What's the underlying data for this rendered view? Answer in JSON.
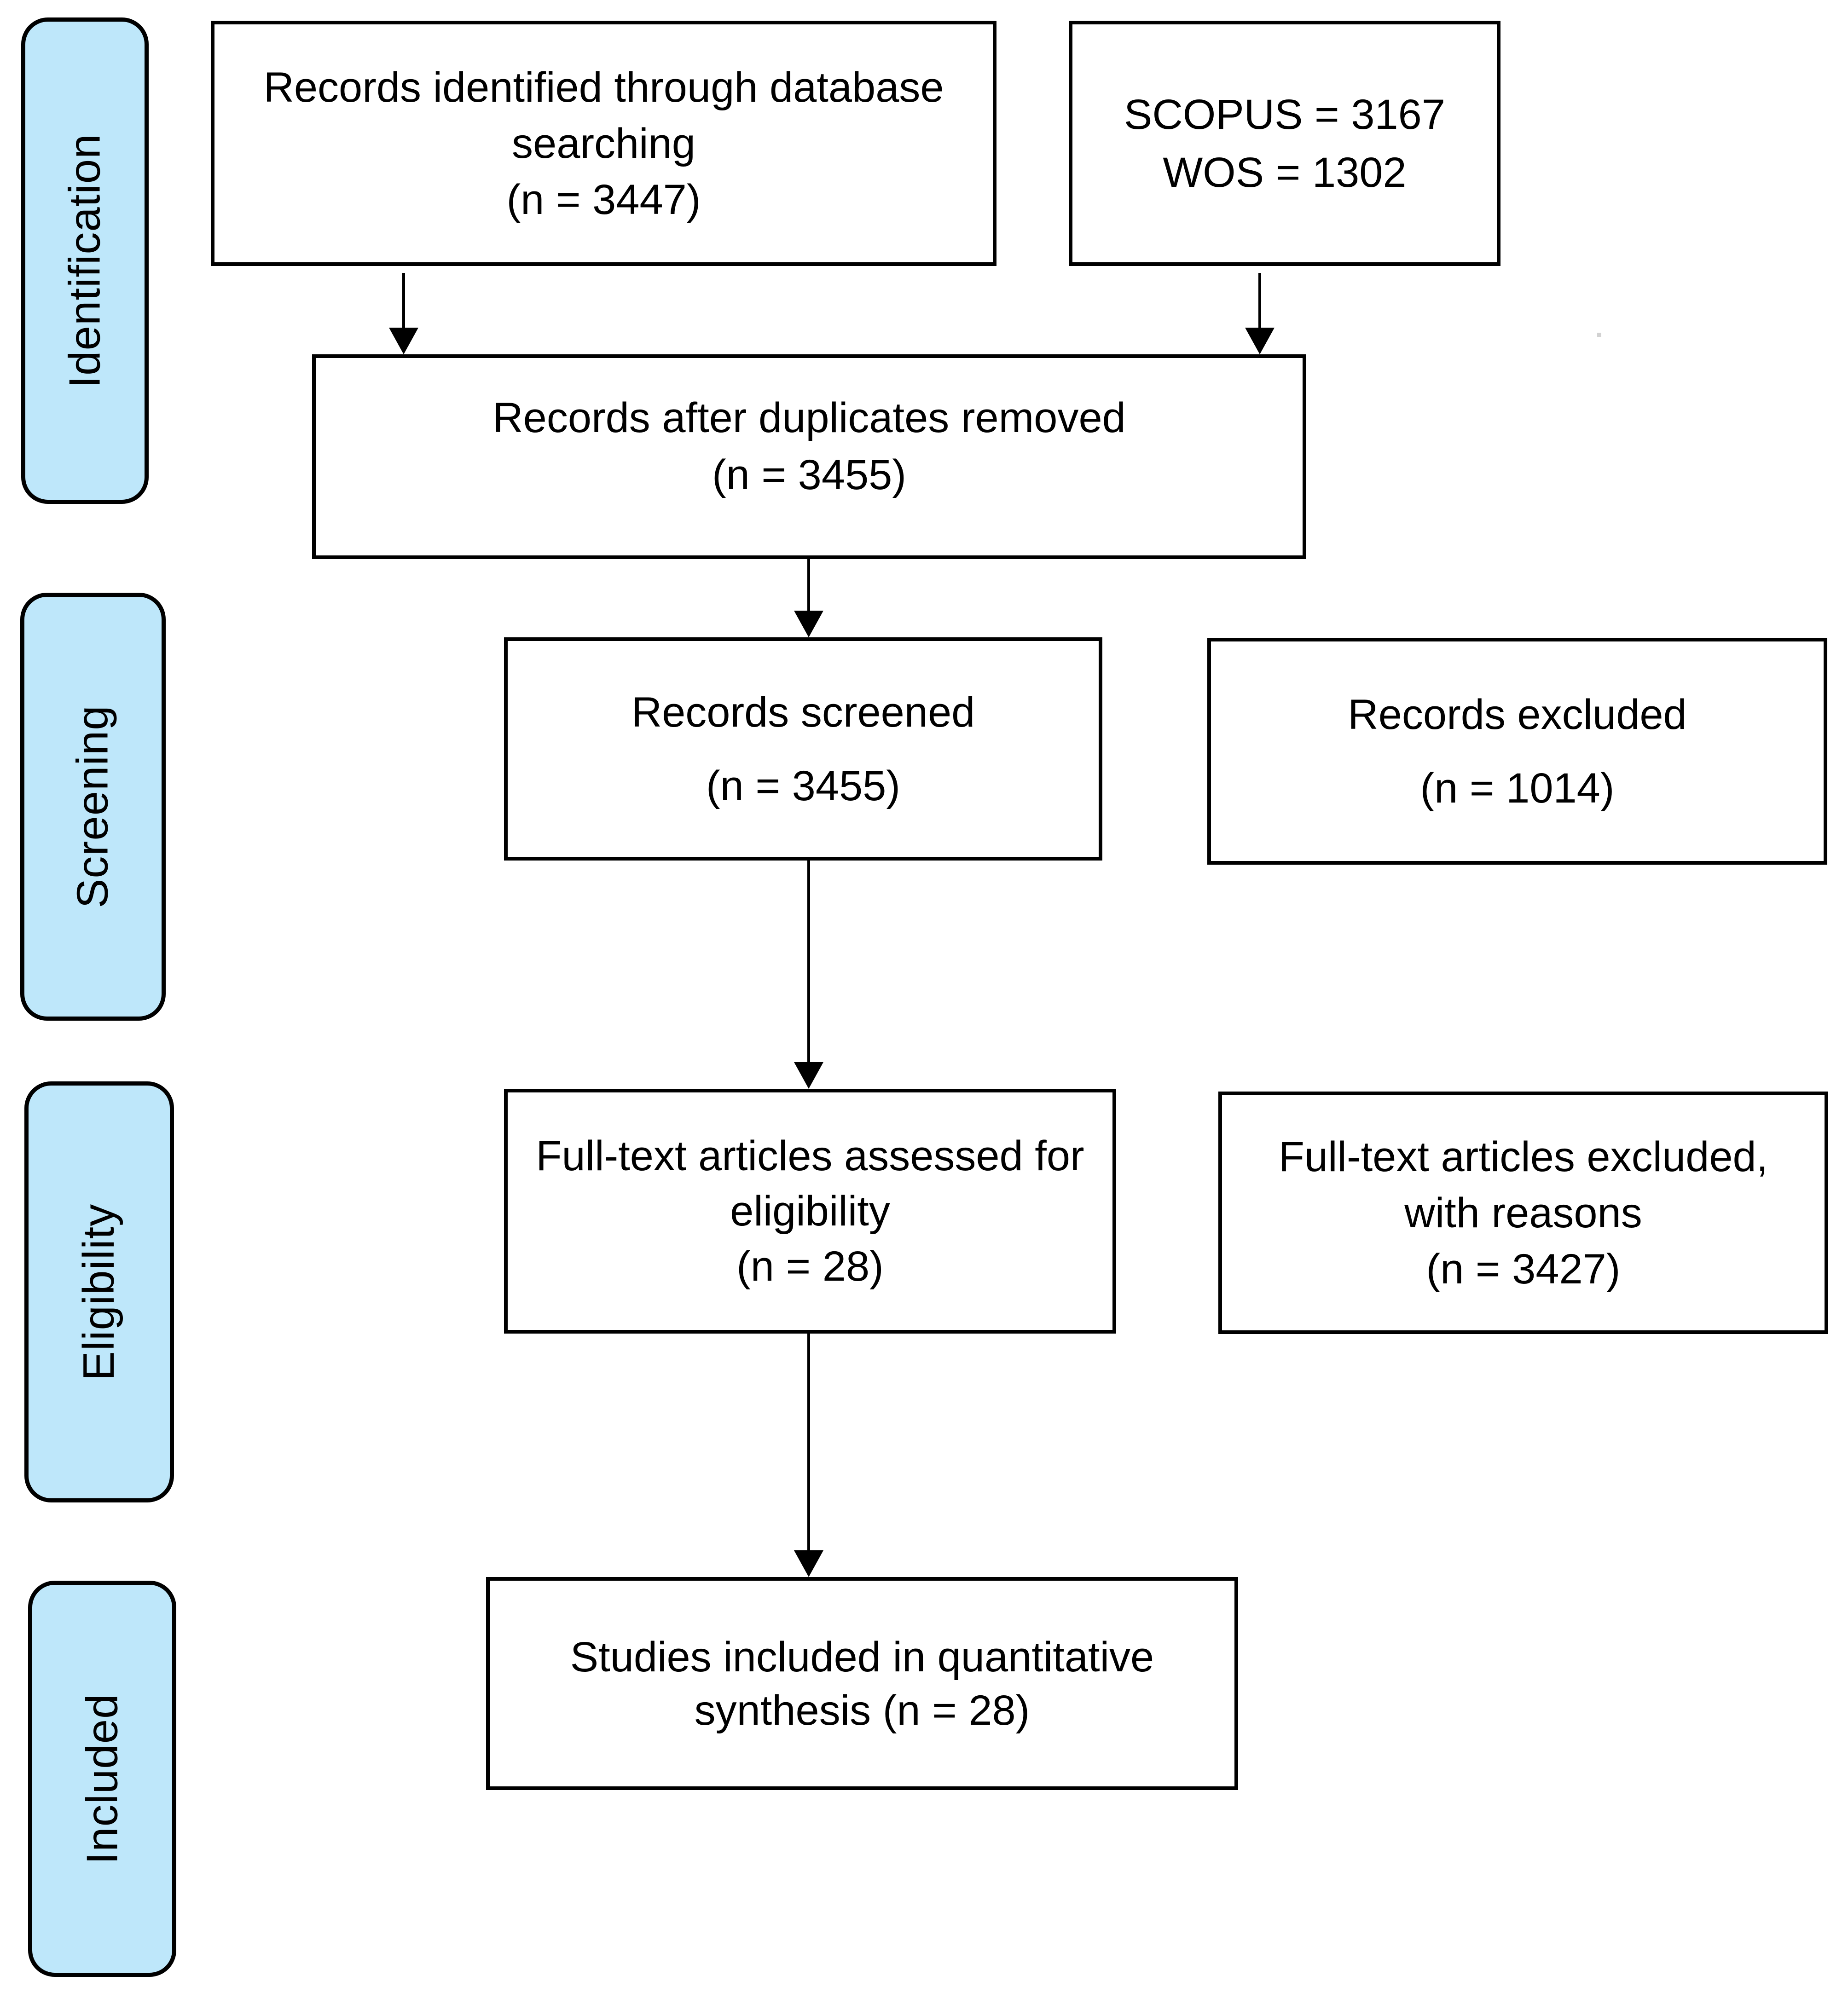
{
  "figure": {
    "type": "prisma-flow-diagram",
    "colors": {
      "background": "#ffffff",
      "stage_fill": "#BEE7FA",
      "stage_border": "#000000",
      "box_border": "#000000",
      "text": "#000000",
      "arrow": "#000000",
      "stray_mark": "#D2D2D2"
    },
    "stages": [
      {
        "id": "identification",
        "label": "Identification"
      },
      {
        "id": "screening",
        "label": "Screening"
      },
      {
        "id": "eligibility",
        "label": "Eligibility"
      },
      {
        "id": "included",
        "label": "Included"
      }
    ],
    "boxes": {
      "identified": {
        "text": "Records identified through database\nsearching\n(n = 3447)",
        "n": 3447
      },
      "sources": {
        "text": "SCOPUS = 3167\nWOS = 1302",
        "scopus": 3167,
        "wos": 1302
      },
      "duplicates_removed": {
        "text": "Records after duplicates removed\n(n = 3455)",
        "n": 3455
      },
      "screened": {
        "text": "Records screened\n(n = 3455)",
        "n": 3455
      },
      "records_excluded": {
        "text": "Records excluded\n(n = 1014)",
        "n": 1014
      },
      "fulltext_assessed": {
        "text": "Full-text articles assessed for\neligibility\n(n = 28)",
        "n": 28
      },
      "fulltext_excluded": {
        "text": "Full-text articles excluded,\nwith reasons\n(n = 3427)",
        "n": 3427
      },
      "included_quantitative": {
        "text": "Studies included in quantitative\nsynthesis (n = 28)",
        "n": 28
      }
    }
  }
}
